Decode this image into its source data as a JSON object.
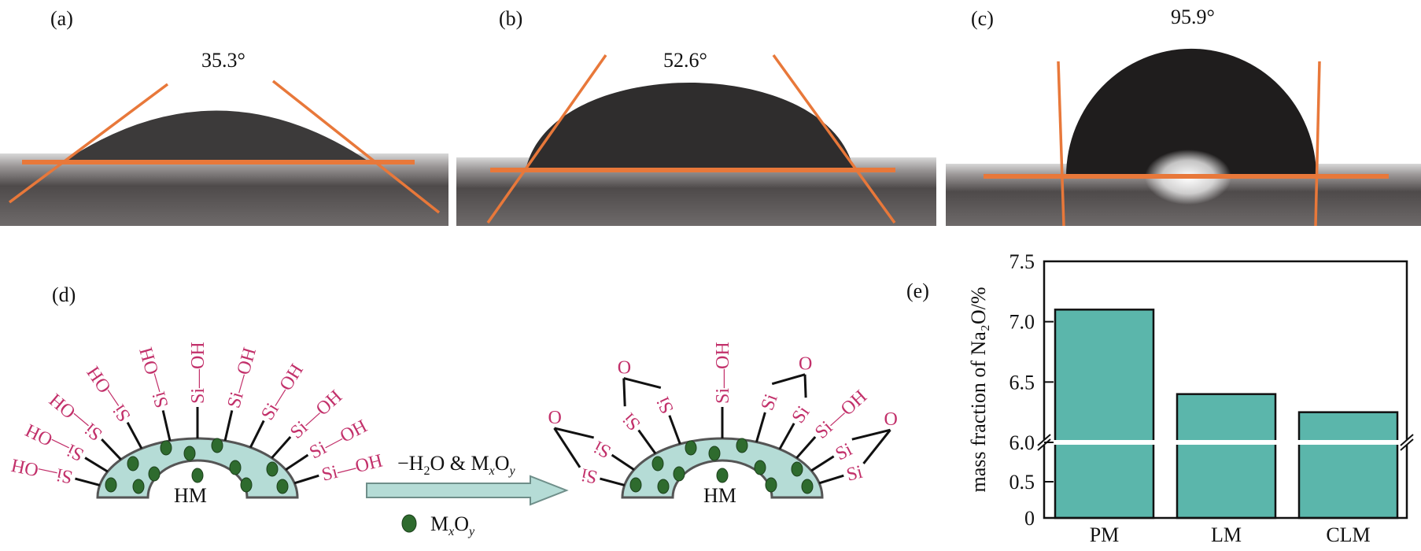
{
  "panels": {
    "a": {
      "label": "(a)",
      "angle": "35.3°"
    },
    "b": {
      "label": "(b)",
      "angle": "52.6°"
    },
    "c": {
      "label": "(c)",
      "angle": "95.9°"
    }
  },
  "diagram": {
    "label": "(d)",
    "core_label_before": "HM",
    "core_label_after": "HM",
    "arrow_label": {
      "p1": "−H",
      "s1": "2",
      "p2": "O & M",
      "s2": "x",
      "p3": "O",
      "s3": "y"
    },
    "legend": {
      "main": "M",
      "sub1": "x",
      "mid": "O",
      "sub2": "y"
    },
    "left_groups": [
      "Si—OH",
      "Si—OH",
      "Si—OH",
      "Si—OH",
      "Si—OH",
      "Si—OH",
      "Si—OH",
      "Si—OH",
      "Si—OH",
      "Si—OH",
      "Si—OH"
    ],
    "right_groups": [
      "Si",
      "Si",
      "Si",
      "Si",
      "Si—OH",
      "Si",
      "Si",
      "Si—OH",
      "Si",
      "Si"
    ],
    "bridge_atom": "O",
    "colors": {
      "ring": "#b5dcd6",
      "particle": "#2e6b2e",
      "chem_text": "#c2306a",
      "arrow": "#b5dcd6"
    }
  },
  "panel_e_label": "(e)",
  "chart_data": {
    "type": "bar",
    "title": "",
    "categories": [
      "PM",
      "LM",
      "CLM"
    ],
    "values": [
      7.1,
      6.4,
      6.25
    ],
    "xlabel": "",
    "ylabel": "mass fraction of Na₂O/%",
    "ylim": [
      0,
      7.5
    ],
    "axis_break": [
      0.5,
      6.0
    ],
    "yticks": [
      "0",
      "0.5",
      "6.0",
      "6.5",
      "7.0",
      "7.5"
    ],
    "ytick_values": [
      0,
      0.5,
      6.0,
      6.5,
      7.0,
      7.5
    ],
    "bar_color": "#5bb6ab",
    "grid": false
  }
}
